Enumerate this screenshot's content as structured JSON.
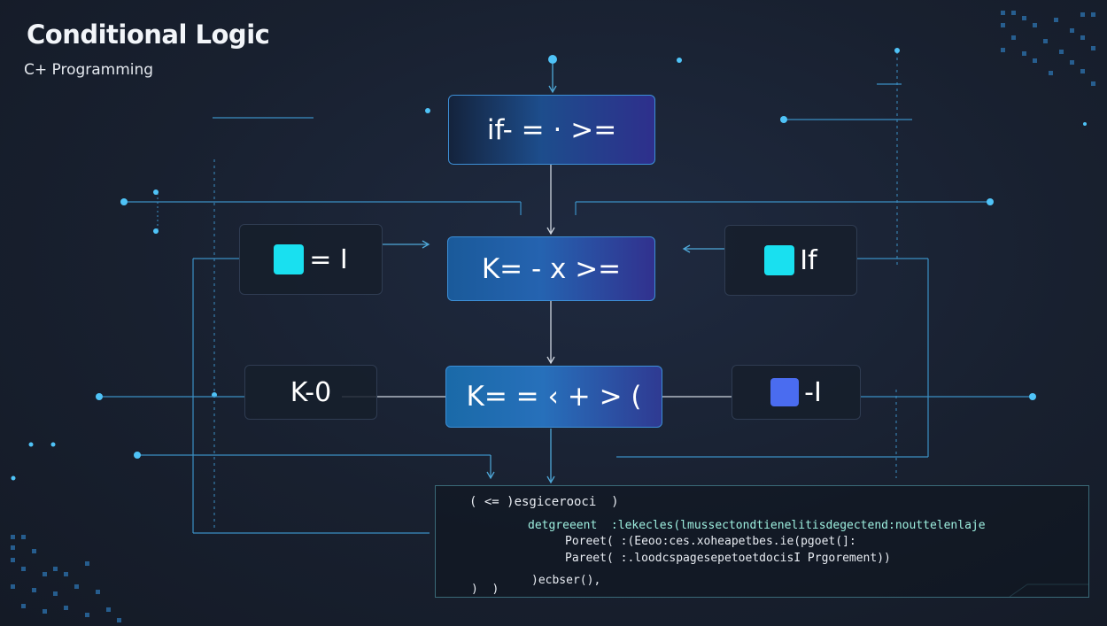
{
  "header": {
    "title": "Conditional Logic",
    "subtitle": "C+ Programming"
  },
  "colors": {
    "accent": "#4fc3f7",
    "cyan_square": "#19e0f0",
    "blue_square": "#4a6cf0"
  },
  "nodes": {
    "top": "if- = · >=",
    "middle": "K= - x >=",
    "bottom": "K= = ‹ + > (",
    "left_upper": "= I",
    "right_upper": "If",
    "left_lower": "K-0",
    "right_lower": "-I"
  },
  "code_panel": {
    "lines": [
      "( <= )esgicerooci  )",
      "detgreeent  :lekecles(lmussectondtienelitisdegectend:nouttelenlaje",
      "Poreet( :(Eeoo:ces.xoheapetbes.ie(pgoet(]:",
      "Pareet( :.loodcspagesepetoetdocisI Prgorement))",
      ")ecbser(),",
      ")  )"
    ]
  }
}
